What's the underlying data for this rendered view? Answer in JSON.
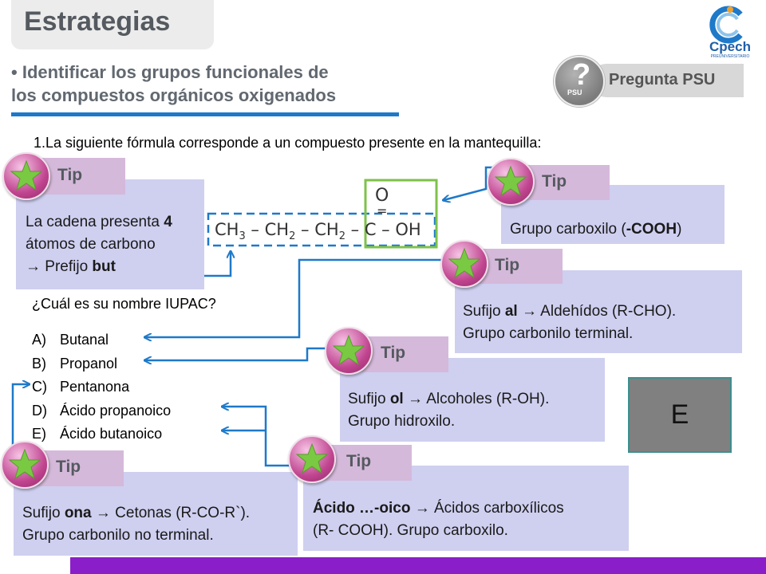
{
  "header": {
    "title": "Estrategias",
    "subtitle_bullet": "•",
    "subtitle_line1": "Identificar los grupos funcionales de",
    "subtitle_line2": "los compuestos orgánicos oxigenados",
    "psu_label": "Pregunta PSU",
    "psu_icon_mark": "?",
    "psu_icon_text": "PSU",
    "logo_text": "Cpech",
    "logo_tagline": "PREUNIVERSITARIO"
  },
  "question": {
    "number": "1.",
    "text": "La  siguiente fórmula corresponde a un compuesto presente en la mantequilla:",
    "formula": {
      "oxygen": "O",
      "double_bond": "=",
      "chain": [
        "CH",
        "3",
        " – ",
        "CH",
        "2",
        " – ",
        "CH",
        "2",
        " – C – OH"
      ]
    },
    "iupac_prompt": "¿Cuál es su nombre IUPAC?",
    "options": [
      {
        "letter": "A)",
        "text": "Butanal"
      },
      {
        "letter": "B)",
        "text": "Propanol"
      },
      {
        "letter": "C)",
        "text": "Pentanona"
      },
      {
        "letter": "D)",
        "text": "Ácido propanoico"
      },
      {
        "letter": "E)",
        "text": "Ácido butanoico"
      }
    ],
    "answer": "E"
  },
  "tips": {
    "tab_label": "Tip",
    "chain": {
      "line1_a": "La cadena presenta ",
      "line1_b": "4",
      "line2": "átomos de carbono",
      "line3_a": "→ Prefijo ",
      "line3_b": "but"
    },
    "carboxyl": {
      "text_a": "Grupo carboxilo (",
      "text_b": "-COOH",
      "text_c": ")"
    },
    "aldehyde": {
      "line1_a": "Sufijo ",
      "line1_b": "al",
      "line1_c": " → Aldehídos (R-CHO).",
      "line2": "Grupo carbonilo terminal."
    },
    "alcohol": {
      "line1_a": "Sufijo ",
      "line1_b": "ol",
      "line1_c": " → Alcoholes (R-OH).",
      "line2": "Grupo hidroxilo."
    },
    "ketone": {
      "line1_a": "Sufijo ",
      "line1_b": "ona",
      "line1_c": " → Cetonas (R-CO-R`).",
      "line2": "Grupo carbonilo no terminal."
    },
    "acid": {
      "line1_a": "Ácido  …-oico",
      "line1_b": " → Ácidos carboxílicos",
      "line2": "(R- COOH). Grupo carboxilo."
    }
  },
  "colors": {
    "tip_body": "#cfcff0",
    "tip_tab": "#d5b9da",
    "arrow": "#1e79c9",
    "carboxyl_box": "#7ec24a",
    "chain_box": "#1e79c9",
    "bottom_bar": "#8a1ec8",
    "answer_box": "#808080"
  }
}
